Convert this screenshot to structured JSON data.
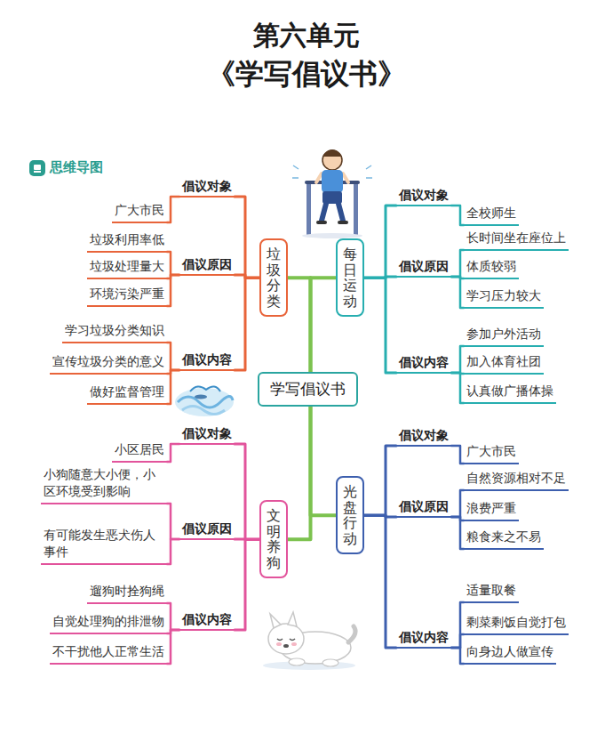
{
  "diagram": {
    "title": "第六单元",
    "nodes": [
      {
        "text": [
          "学写倡议书"
        ]
      },
      {
        "text": [
          "垃圾分类"
        ]
      },
      {
        "text": [
          "倡议对象"
        ]
      },
      {
        "text": [
          "广大市民"
        ]
      },
      {
        "text": [
          "倡议原因"
        ]
      },
      {
        "text": [
          "垃圾利用率低"
        ]
      },
      {
        "text": [
          "垃圾处理量大"
        ]
      },
      {
        "text": [
          "环境污染严重"
        ]
      },
      {
        "text": [
          "倡议内容"
        ]
      },
      {
        "text": [
          "学习垃圾分类知识"
        ]
      },
      {
        "text": [
          "宣传垃圾分类的意义"
        ]
      },
      {
        "text": [
          "做好监督管理"
        ]
      },
      {
        "text": [
          "每日运动"
        ]
      },
      {
        "text": [
          "倡议对象"
        ]
      },
      {
        "text": [
          "全校师生"
        ]
      },
      {
        "text": [
          "倡议原因"
        ]
      },
      {
        "text": [
          "长时间坐在座位上"
        ]
      },
      {
        "text": [
          "体质较弱"
        ]
      },
      {
        "text": [
          "学习压力较大"
        ]
      },
      {
        "text": [
          "倡议内容"
        ]
      },
      {
        "text": [
          "参加户外活动"
        ]
      },
      {
        "text": [
          "加入体育社团"
        ]
      },
      {
        "text": [
          "认真做广播体操"
        ]
      },
      {
        "text": [
          "文明养狗"
        ]
      },
      {
        "text": [
          "倡议对象"
        ]
      },
      {
        "text": [
          "小区居民"
        ]
      },
      {
        "text": [
          "倡议原因"
        ]
      },
      {
        "text": [
          "小狗随意大小便，小区环境受到影响"
        ]
      },
      {
        "text": [
          "有可能发生恶犬伤人事件"
        ]
      },
      {
        "text": [
          "倡议内容"
        ]
      },
      {
        "text": [
          "遛狗时拴狗绳"
        ]
      },
      {
        "text": [
          "自觉处理狗的排泄物"
        ]
      },
      {
        "text": [
          "不干扰他人正常生活"
        ]
      },
      {
        "text": [
          "光盘行动"
        ]
      },
      {
        "text": [
          "倡议对象"
        ]
      },
      {
        "text": [
          "广大市民"
        ]
      },
      {
        "text": [
          "倡议原因"
        ]
      },
      {
        "text": [
          "自然资源相对不足"
        ]
      },
      {
        "text": [
          "浪费严重"
        ]
      },
      {
        "text": [
          "粮食来之不易"
        ]
      },
      {
        "text": [
          "倡议内容"
        ]
      },
      {
        "text": [
          "适量取餐"
        ]
      },
      {
        "text": [
          "剩菜剩饭自觉打包"
        ]
      },
      {
        "text": [
          "向身边人做宣传"
        ]
      }
    ],
    "edges": [
      {
        "from": 0,
        "to": 1,
        "arrow": "none"
      },
      {
        "from": 0,
        "to": 12,
        "arrow": "none"
      },
      {
        "from": 0,
        "to": 23,
        "arrow": "none"
      },
      {
        "from": 0,
        "to": 33,
        "arrow": "none"
      },
      {
        "from": 1,
        "to": 2,
        "arrow": "none"
      },
      {
        "from": 1,
        "to": 4,
        "arrow": "none"
      },
      {
        "from": 1,
        "to": 8,
        "arrow": "none"
      },
      {
        "from": 2,
        "to": 3,
        "arrow": "none"
      },
      {
        "from": 4,
        "to": 5,
        "arrow": "none"
      },
      {
        "from": 4,
        "to": 6,
        "arrow": "none"
      },
      {
        "from": 4,
        "to": 7,
        "arrow": "none"
      },
      {
        "from": 8,
        "to": 9,
        "arrow": "none"
      },
      {
        "from": 8,
        "to": 10,
        "arrow": "none"
      },
      {
        "from": 8,
        "to": 11,
        "arrow": "none"
      },
      {
        "from": 12,
        "to": 13,
        "arrow": "none"
      },
      {
        "from": 12,
        "to": 15,
        "arrow": "none"
      },
      {
        "from": 12,
        "to": 19,
        "arrow": "none"
      },
      {
        "from": 13,
        "to": 14,
        "arrow": "none"
      },
      {
        "from": 15,
        "to": 16,
        "arrow": "none"
      },
      {
        "from": 15,
        "to": 17,
        "arrow": "none"
      },
      {
        "from": 15,
        "to": 18,
        "arrow": "none"
      },
      {
        "from": 19,
        "to": 20,
        "arrow": "none"
      },
      {
        "from": 19,
        "to": 21,
        "arrow": "none"
      },
      {
        "from": 19,
        "to": 22,
        "arrow": "none"
      },
      {
        "from": 23,
        "to": 24,
        "arrow": "none"
      },
      {
        "from": 23,
        "to": 26,
        "arrow": "none"
      },
      {
        "from": 23,
        "to": 29,
        "arrow": "none"
      },
      {
        "from": 24,
        "to": 25,
        "arrow": "none"
      },
      {
        "from": 26,
        "to": 27,
        "arrow": "none"
      },
      {
        "from": 26,
        "to": 28,
        "arrow": "none"
      },
      {
        "from": 29,
        "to": 30,
        "arrow": "none"
      },
      {
        "from": 29,
        "to": 31,
        "arrow": "none"
      },
      {
        "from": 29,
        "to": 32,
        "arrow": "none"
      },
      {
        "from": 33,
        "to": 34,
        "arrow": "none"
      },
      {
        "from": 33,
        "to": 36,
        "arrow": "none"
      },
      {
        "from": 33,
        "to": 40,
        "arrow": "none"
      },
      {
        "from": 34,
        "to": 35,
        "arrow": "none"
      },
      {
        "from": 36,
        "to": 37,
        "arrow": "none"
      },
      {
        "from": 36,
        "to": 38,
        "arrow": "none"
      },
      {
        "from": 36,
        "to": 39,
        "arrow": "none"
      },
      {
        "from": 40,
        "to": 41,
        "arrow": "none"
      },
      {
        "from": 40,
        "to": 42,
        "arrow": "none"
      },
      {
        "from": 40,
        "to": 43,
        "arrow": "none"
      }
    ],
    "labels": [
      "《学写倡议书》",
      "思维导图"
    ]
  }
}
